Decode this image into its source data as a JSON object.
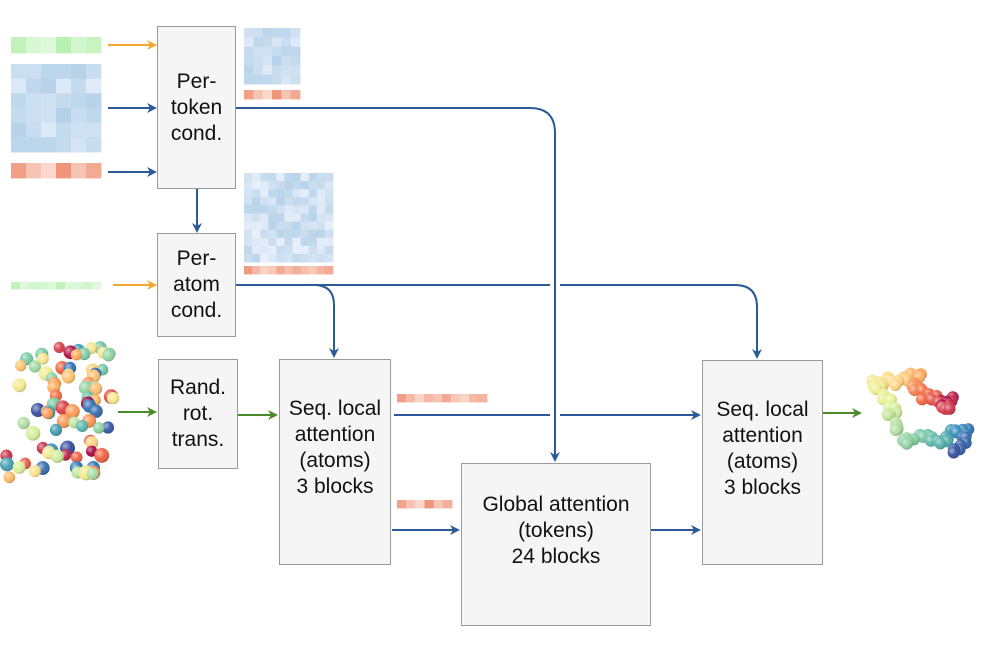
{
  "diagram": {
    "title": "Structure diffusion module architecture",
    "colors": {
      "arrow_blue": "#2a5a98",
      "arrow_orange": "#f0a830",
      "arrow_green": "#4a8a2a",
      "box_fill": "#f5f5f5",
      "box_border": "#9a9a9a"
    },
    "nodes": [
      {
        "id": "per_token_cond",
        "label": "Per-\ntoken\ncond."
      },
      {
        "id": "per_atom_cond",
        "label": "Per-\natom\ncond."
      },
      {
        "id": "rand_rot_trans",
        "label": "Rand.\nrot.\ntrans."
      },
      {
        "id": "seq_local_attention_in",
        "label": "Seq. local\nattention\n(atoms)\n3 blocks"
      },
      {
        "id": "global_attention",
        "label": "Global attention\n(tokens)\n24 blocks"
      },
      {
        "id": "seq_local_attention_out",
        "label": "Seq. local\nattention\n(atoms)\n3 blocks"
      }
    ],
    "edges": [
      {
        "from": "token_feature_input",
        "to": "per_token_cond",
        "color": "orange"
      },
      {
        "from": "pair_input",
        "to": "per_token_cond",
        "color": "blue"
      },
      {
        "from": "token_single_input",
        "to": "per_token_cond",
        "color": "blue"
      },
      {
        "from": "per_token_cond",
        "to": "per_atom_cond",
        "color": "blue"
      },
      {
        "from": "atom_feature_input",
        "to": "per_atom_cond",
        "color": "orange"
      },
      {
        "from": "per_token_cond",
        "to": "global_attention",
        "color": "blue"
      },
      {
        "from": "per_atom_cond",
        "to": "seq_local_attention_in",
        "color": "blue"
      },
      {
        "from": "per_atom_cond",
        "to": "seq_local_attention_out",
        "color": "blue"
      },
      {
        "from": "noisy_structure",
        "to": "rand_rot_trans",
        "color": "green"
      },
      {
        "from": "rand_rot_trans",
        "to": "seq_local_attention_in",
        "color": "green"
      },
      {
        "from": "seq_local_attention_in",
        "to": "seq_local_attention_out",
        "color": "blue"
      },
      {
        "from": "seq_local_attention_in",
        "to": "global_attention",
        "color": "blue"
      },
      {
        "from": "global_attention",
        "to": "seq_local_attention_out",
        "color": "blue"
      },
      {
        "from": "seq_local_attention_out",
        "to": "denoised_structure",
        "color": "green"
      }
    ],
    "feature_glyphs": {
      "token_feature_input": {
        "kind": "green-bar",
        "values": [
          0.55,
          0.25,
          0.12,
          0.65,
          0.3,
          0.45
        ]
      },
      "pair_input": {
        "kind": "blue-heatmap",
        "rows": 6,
        "cols": 6,
        "values": [
          0.35,
          0.35,
          0.55,
          0.55,
          0.6,
          0.4,
          0.15,
          0.5,
          0.6,
          0.15,
          0.45,
          0.1,
          0.5,
          0.35,
          0.3,
          0.45,
          0.5,
          0.6,
          0.45,
          0.35,
          0.3,
          0.65,
          0.4,
          0.5,
          0.6,
          0.4,
          0.15,
          0.45,
          0.3,
          0.3,
          0.55,
          0.55,
          0.55,
          0.45,
          0.25,
          0.4
        ]
      },
      "token_single_input": {
        "kind": "orange-bar",
        "values": [
          0.7,
          0.35,
          0.15,
          0.8,
          0.35,
          0.6
        ]
      },
      "per_token_pair_out": {
        "kind": "blue-heatmap",
        "rows": 6,
        "cols": 6,
        "values": [
          0.3,
          0.35,
          0.55,
          0.5,
          0.5,
          0.3,
          0.15,
          0.5,
          0.45,
          0.2,
          0.4,
          0.15,
          0.45,
          0.3,
          0.3,
          0.4,
          0.55,
          0.5,
          0.45,
          0.35,
          0.25,
          0.6,
          0.35,
          0.45,
          0.55,
          0.35,
          0.1,
          0.4,
          0.3,
          0.3,
          0.5,
          0.5,
          0.5,
          0.4,
          0.2,
          0.35
        ]
      },
      "per_token_single_out": {
        "kind": "orange-bar",
        "values": [
          0.7,
          0.35,
          0.15,
          0.8,
          0.35,
          0.6
        ]
      },
      "atom_feature_input": {
        "kind": "green-bar",
        "values": [
          0.5,
          0.15,
          0.3,
          0.3,
          0.15,
          0.55,
          0.15,
          0.2,
          0.35,
          0.15
        ]
      },
      "per_atom_pair_out": {
        "kind": "blue-heatmap",
        "rows": 11,
        "cols": 11
      },
      "per_atom_single_out": {
        "kind": "orange-bar",
        "values": [
          0.75,
          0.45,
          0.2,
          0.3,
          0.6,
          0.4,
          0.55,
          0.4,
          0.3,
          0.5,
          0.6
        ]
      },
      "seq_local_out_bar": {
        "kind": "orange-bar",
        "values": [
          0.7,
          0.45,
          0.2,
          0.45,
          0.35,
          0.6,
          0.3,
          0.2,
          0.45,
          0.5
        ]
      },
      "token_bar_to_global": {
        "kind": "orange-bar",
        "values": [
          0.65,
          0.35,
          0.15,
          0.8,
          0.35,
          0.55
        ]
      }
    },
    "structures": {
      "noisy_structure": {
        "description": "scattered atoms (noisy input)"
      },
      "denoised_structure": {
        "description": "compact folded atoms (denoised output)"
      }
    }
  }
}
